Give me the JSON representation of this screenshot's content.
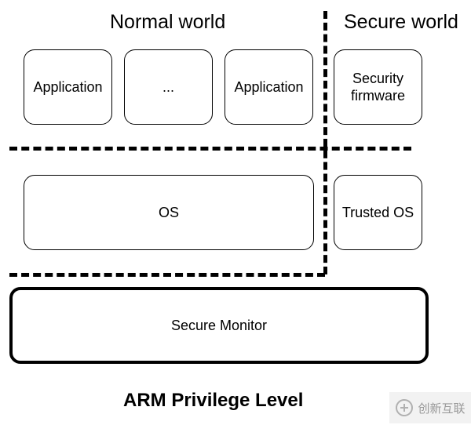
{
  "headings": {
    "normal_world": "Normal world",
    "secure_world": "Secure world"
  },
  "boxes": {
    "application_left": "Application",
    "ellipsis": "...",
    "application_right": "Application",
    "security_firmware": "Security firmware",
    "os": "OS",
    "trusted_os": "Trusted OS",
    "secure_monitor": "Secure Monitor"
  },
  "caption": "ARM Privilege Level",
  "watermark": {
    "text": "创新互联",
    "icon": "swirl-logo-icon"
  }
}
